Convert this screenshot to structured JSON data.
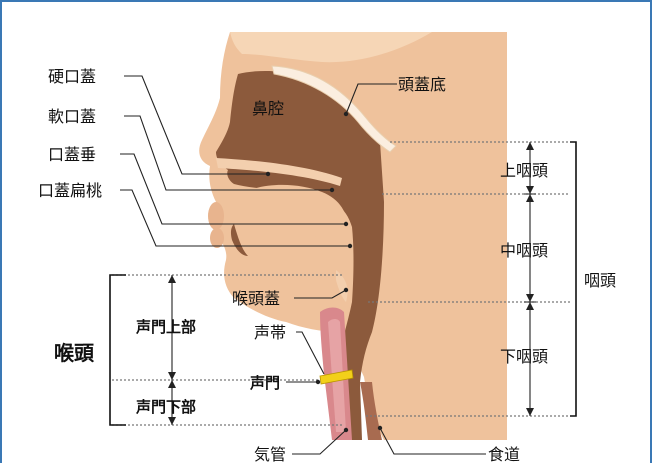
{
  "labels": {
    "hard_palate": "硬口蓋",
    "soft_palate": "軟口蓋",
    "uvula": "口蓋垂",
    "palatine_tonsil": "口蓋扁桃",
    "skull_base": "頭蓋底",
    "nasal_cavity": "鼻腔",
    "epipharynx": "上咽頭",
    "mesopharynx": "中咽頭",
    "hypopharynx": "下咽頭",
    "pharynx": "咽頭",
    "larynx": "喉頭",
    "supraglottis": "声門上部",
    "vocal_cord": "声帯",
    "glottis": "声門",
    "subglottis": "声門下部",
    "epiglottis": "喉頭蓋",
    "trachea": "気管",
    "esophagus": "食道"
  },
  "colors": {
    "skin": "#efc29c",
    "skin_light": "#f6d6b6",
    "cavity": "#8c5a3c",
    "mucosa": "#d9888c",
    "skull_base_line": "#fbeee0",
    "vocal_band": "#f2d01a",
    "frame": "#3a78b5"
  }
}
